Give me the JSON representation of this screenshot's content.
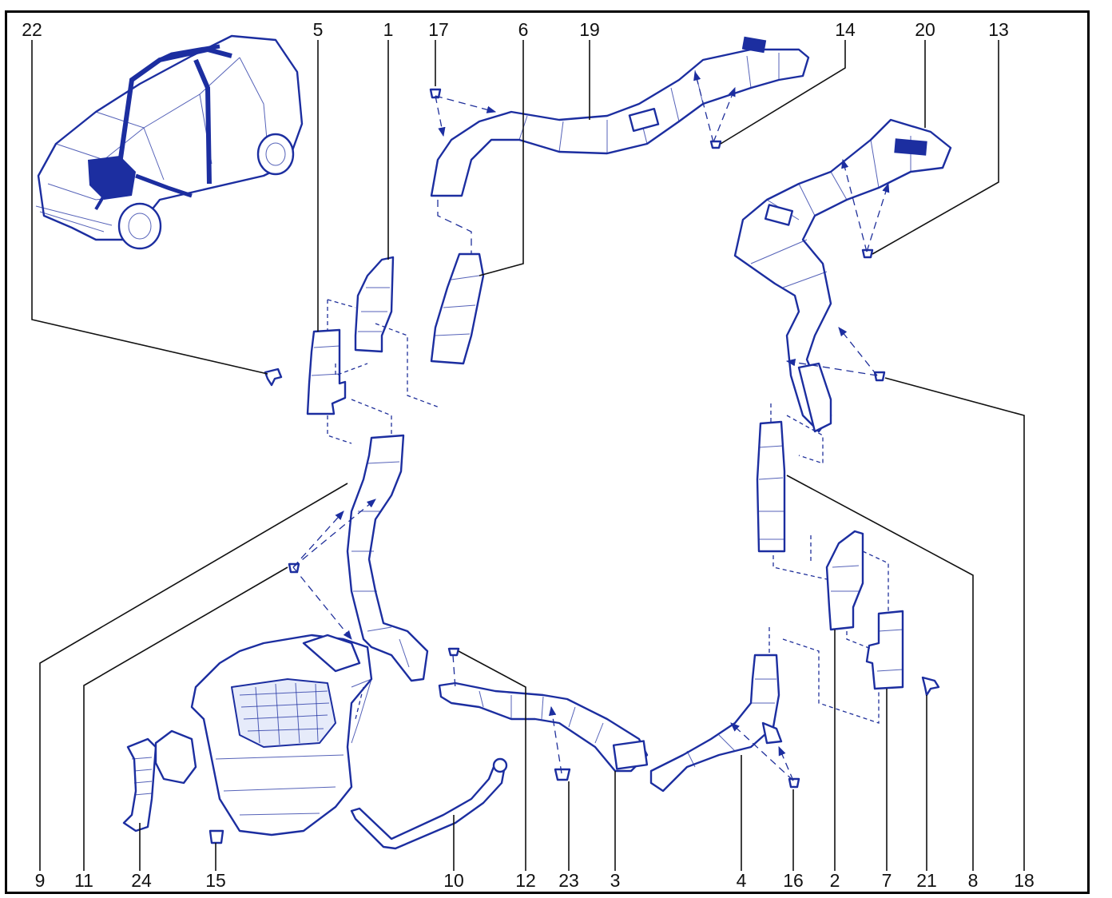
{
  "diagram": {
    "accent_color": "#1c2ea0",
    "callouts": [
      {
        "id": "c22",
        "text": "22"
      },
      {
        "id": "c5",
        "text": "5"
      },
      {
        "id": "c1",
        "text": "1"
      },
      {
        "id": "c17",
        "text": "17"
      },
      {
        "id": "c6",
        "text": "6"
      },
      {
        "id": "c19",
        "text": "19"
      },
      {
        "id": "c14",
        "text": "14"
      },
      {
        "id": "c20",
        "text": "20"
      },
      {
        "id": "c13",
        "text": "13"
      },
      {
        "id": "c9",
        "text": "9"
      },
      {
        "id": "c11",
        "text": "11"
      },
      {
        "id": "c24",
        "text": "24"
      },
      {
        "id": "c15",
        "text": "15"
      },
      {
        "id": "c10",
        "text": "10"
      },
      {
        "id": "c12",
        "text": "12"
      },
      {
        "id": "c23",
        "text": "23"
      },
      {
        "id": "c3",
        "text": "3"
      },
      {
        "id": "c4",
        "text": "4"
      },
      {
        "id": "c16",
        "text": "16"
      },
      {
        "id": "c2",
        "text": "2"
      },
      {
        "id": "c7",
        "text": "7"
      },
      {
        "id": "c21",
        "text": "21"
      },
      {
        "id": "c8",
        "text": "8"
      },
      {
        "id": "c18",
        "text": "18"
      }
    ]
  }
}
